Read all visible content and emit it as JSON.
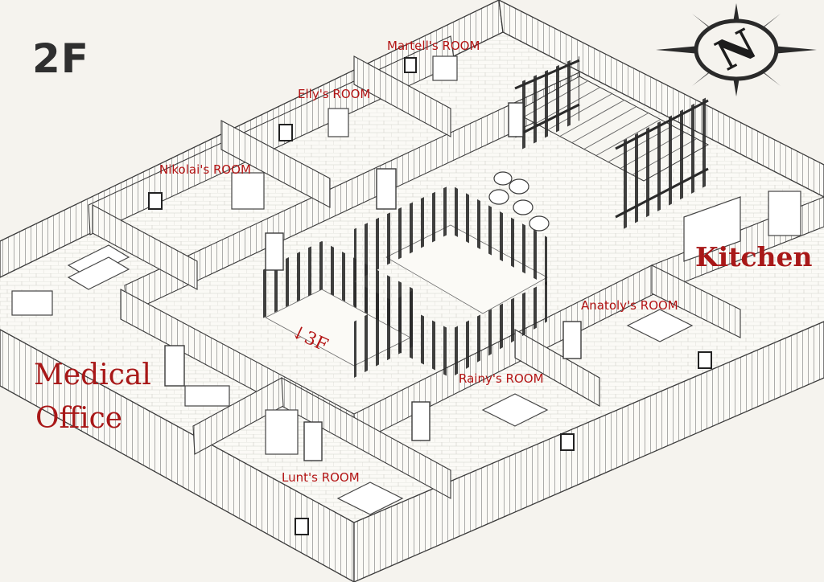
{
  "map": {
    "floor_label": "2F",
    "stairs_label": "↓3F",
    "compass": {
      "letter": "N",
      "icon": "compass-rose-icon"
    },
    "rooms": {
      "martell": "Martell's ROOM",
      "elly": "Elly's ROOM",
      "nikolai": "Nikolai's ROOM",
      "anatoly": "Anatoly's ROOM",
      "rainy": "Rainy's ROOM",
      "lunt": "Lunt's ROOM"
    },
    "kitchen": "Kitchen",
    "medical_office": {
      "line1": "Medical",
      "line2": "Office"
    }
  },
  "colors": {
    "background": "#f5f3ee",
    "floor": "#fbfaf6",
    "wall_line": "#3a3a3a",
    "label_red": "#b31414",
    "fence": "#2a2a2a"
  }
}
